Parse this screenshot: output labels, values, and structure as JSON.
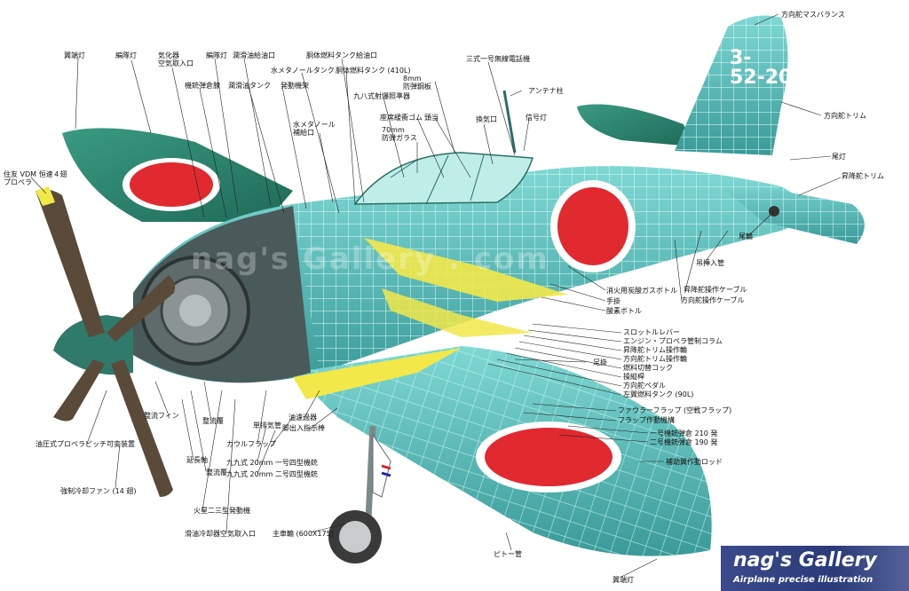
{
  "labels": {
    "wingtip_light_left": "翼端灯",
    "formation_light": "編隊灯",
    "carb_intake": "気化器\n空気取入口",
    "formation_light_2": "編隊灯",
    "oil_filler": "潤滑油給油口",
    "fuselage_tank_filler": "胴体燃料タンク給油口",
    "radio": "三式一号無線電話機",
    "rudder_mass_balance": "方向舵マスバランス",
    "gun_ammo_box": "機銃弾倉腺",
    "oil_tank": "潤滑油タンク",
    "water_meth_tank": "水メタノールタンク",
    "fuselage_tank": "胴体燃料タンク (410L)",
    "engine_mount": "発動機架",
    "gunsight": "九八式射爆照準器",
    "armor_plate": "8mm\n防弾鋼板",
    "antenna_mast": "アンテナ柱",
    "wm_filler": "水メタノール\n補給口",
    "headrest": "座席緩衝ゴム",
    "headrest_2": "頭当",
    "vent": "換気口",
    "signal_light": "信号灯",
    "rudder_trim": "方向舵トリム",
    "glass": "70mm\n防弾ガラス",
    "tail_light": "尾灯",
    "elevator_trim": "昇降舵トリム",
    "propeller": "住友 VDM 恒速４翅\nプロペラ",
    "tailwheel": "尾輪",
    "hoist_tube": "吊挿入管",
    "elevator_cable": "昇降舵操作ケーブル",
    "rudder_cable": "方向舵操作ケーブル",
    "co2_bottle": "消火用炭酸ガスボトル",
    "handhold": "手掛",
    "oxygen_bottle": "酸素ボトル",
    "throttle": "スロットルレバー",
    "engine_prop_column": "エンジン・プロペラ管制コラム",
    "elevator_trim_wheel": "昇降舵トリム操作輪",
    "rudder_trim_wheel": "方向舵トリム操作輪",
    "fuel_cock": "燃料切替コック",
    "stick": "操縦桿",
    "rudder_pedal": "方向舵ペダル",
    "left_wing_tank": "左翼燃料タンク (90L)",
    "foot_step": "足掛",
    "fowler_flap": "ファウラーフラップ (空戦フラップ)",
    "flap_actuator": "フラップ作動機構",
    "ammo_210": "一号機銃弾倉 210 発",
    "ammo_190": "二号機銃弾倉 190 発",
    "aileron_rod": "補助翼作動ロッド",
    "spinner_fins": "整流フィン",
    "fairing": "整流覆",
    "exhaust": "単排気管",
    "oil_filter": "油濾過器",
    "gear_indicator": "脚出入指示棒",
    "cowl_flap": "カウルフラップ",
    "cannon_1": "九九式 20mm 一号四型機銃",
    "cannon_2": "九九式 20mm 二号四型機銃",
    "prop_pitch": "油圧式プロペラピッチ可変装置",
    "ext_shaft": "延長軸",
    "fairing_2": "整流覆",
    "cooling_fan": "強制冷却ファン (14 翅)",
    "engine": "火星二三型発動機",
    "oil_cooler_intake": "滑油冷却器空気取入口",
    "main_wheel": "主車輪 (600X175)",
    "pitot": "ピトー管",
    "wingtip_light_right": "翼端灯"
  },
  "tail_code": "3-\n52-20",
  "watermark": "nag's  Gallery . com",
  "badge": {
    "title": "nag's Gallery",
    "subtitle": "Airplane precise illustration"
  },
  "colors": {
    "aircraft_green": "#2f8a74",
    "frame_cyan": "#9fe6e2",
    "hinomaru": "#e02a30",
    "yellow": "#f2e84a"
  }
}
